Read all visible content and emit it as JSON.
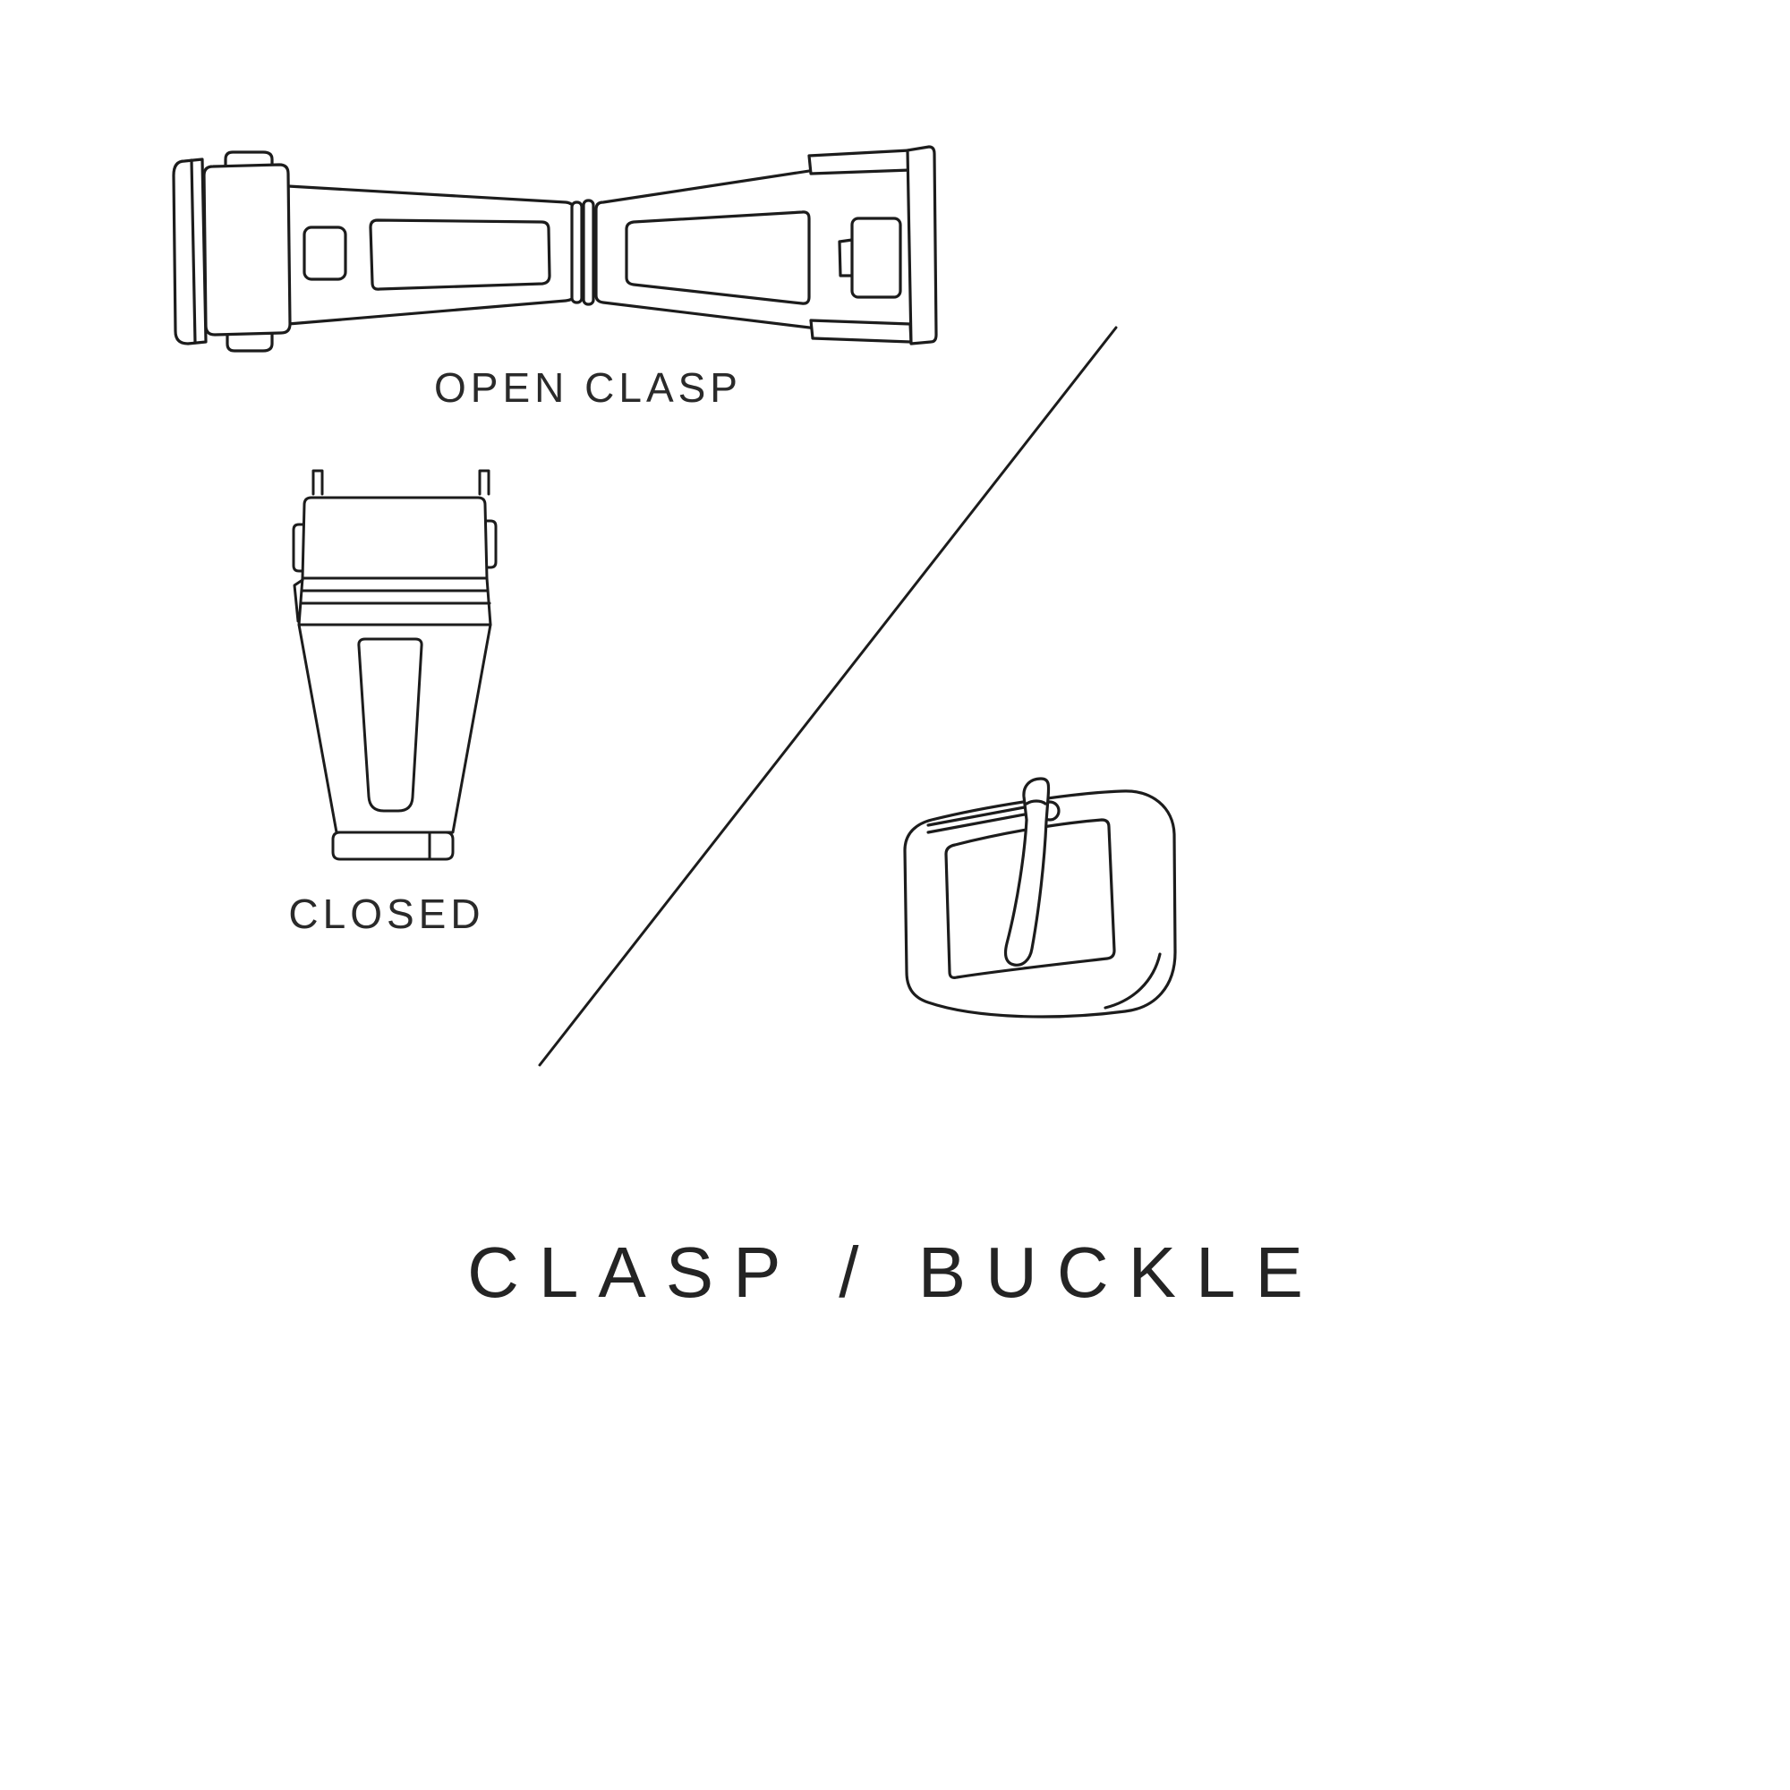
{
  "colors": {
    "background": "#ffffff",
    "ink": "#1c1c1c",
    "text": "#2a2a2a"
  },
  "captions": {
    "open_clasp": "OPEN CLASP",
    "closed_clasp": "CLOSED"
  },
  "title": "CLASP / BUCKLE",
  "illustrations": {
    "open_clasp": "open-clasp-line-art",
    "closed_clasp": "closed-clasp-line-art",
    "buckle": "tang-buckle-line-art",
    "divider": "diagonal-divider-line"
  }
}
